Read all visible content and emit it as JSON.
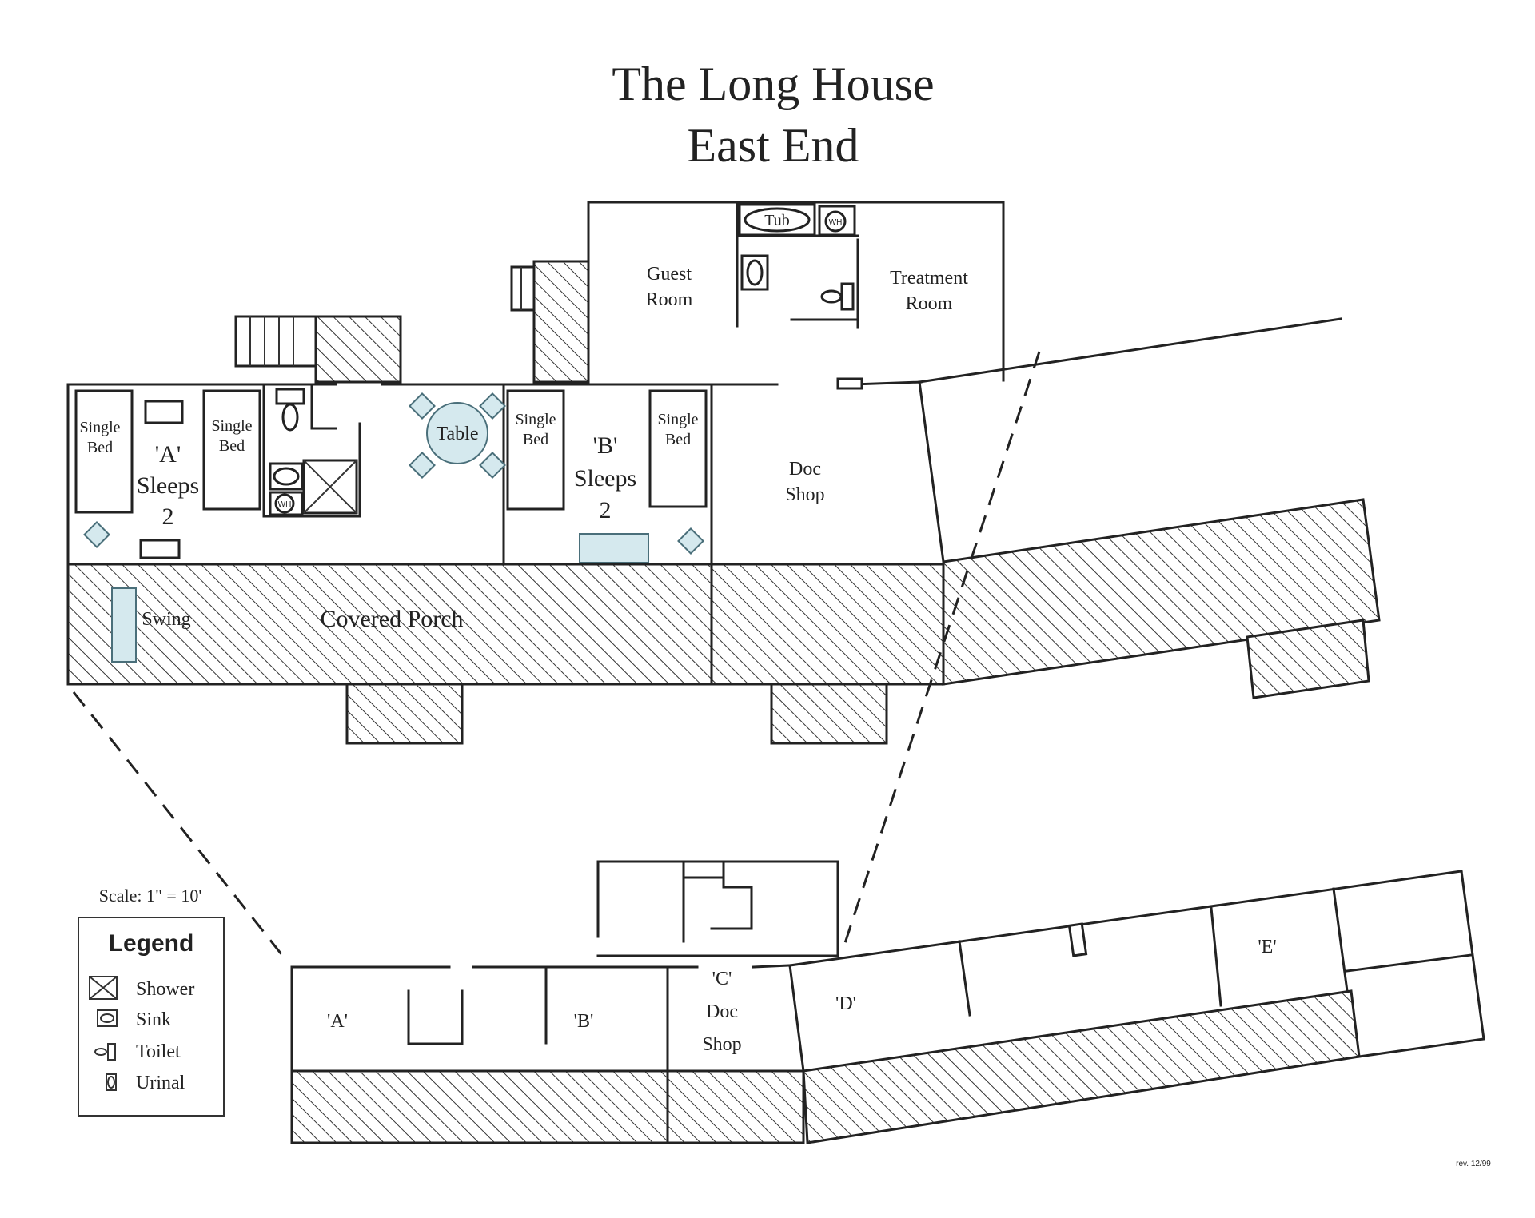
{
  "title": {
    "line1": "The Long House",
    "line2": "East End"
  },
  "rooms": {
    "guest_room": [
      "Guest",
      "Room"
    ],
    "treatment_room": [
      "Treatment",
      "Room"
    ],
    "doc_shop": [
      "Doc",
      "Shop"
    ],
    "room_a": [
      "'A'",
      "Sleeps",
      "2"
    ],
    "room_b": [
      "'B'",
      "Sleeps",
      "2"
    ],
    "single_bed": [
      "Single",
      "Bed"
    ],
    "table": "Table",
    "tub": "Tub",
    "water_heater": "WH",
    "swing": "Swing",
    "covered_porch": "Covered Porch"
  },
  "overview": {
    "a": "'A'",
    "b": "'B'",
    "c": [
      "'C'",
      "Doc",
      "Shop"
    ],
    "d": "'D'",
    "e": "'E'"
  },
  "scale": "Scale: 1\" = 10'",
  "legend": {
    "title": "Legend",
    "items": [
      "Shower",
      "Sink",
      "Toilet",
      "Urinal"
    ]
  },
  "revision": "rev. 12/99"
}
